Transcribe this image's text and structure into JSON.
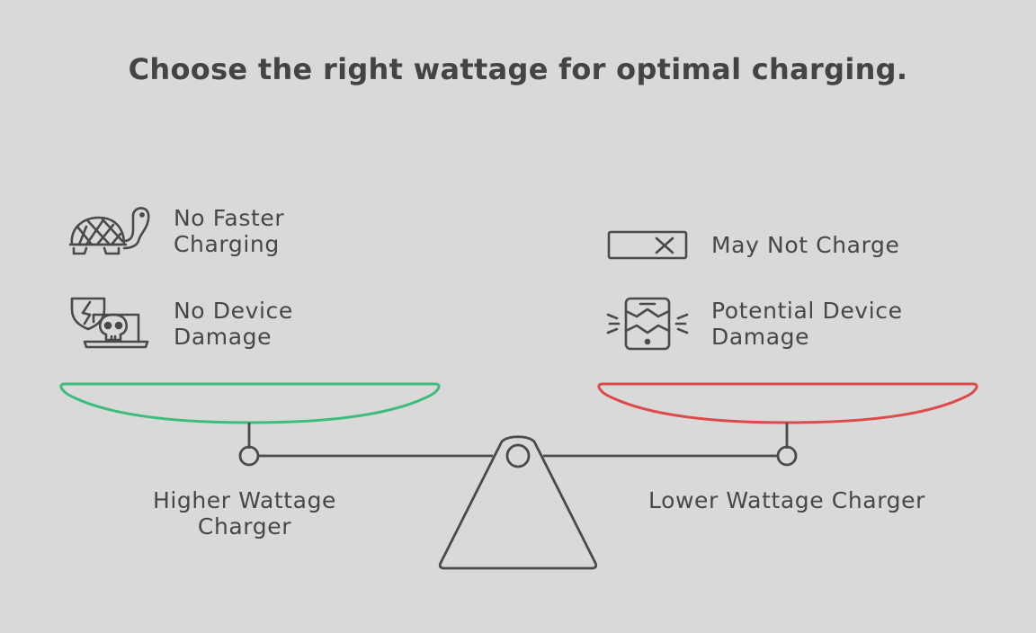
{
  "title": "Choose the right wattage for optimal charging.",
  "colors": {
    "background": "#d9d9d9",
    "text": "#474747",
    "line": "#4a4a4a",
    "left_pan": "#3dbd7d",
    "right_pan": "#dd4a4a"
  },
  "left": {
    "label_lines": [
      "Higher Wattage",
      "Charger"
    ],
    "items": [
      {
        "icon": "turtle-icon",
        "lines": [
          "No Faster",
          "Charging"
        ]
      },
      {
        "icon": "laptop-damage-icon",
        "lines": [
          "No Device",
          "Damage"
        ]
      }
    ]
  },
  "right": {
    "label_lines": [
      "Lower Wattage Charger"
    ],
    "items": [
      {
        "icon": "battery-x-icon",
        "lines": [
          "May Not Charge"
        ]
      },
      {
        "icon": "broken-phone-icon",
        "lines": [
          "Potential Device",
          "Damage"
        ]
      }
    ]
  }
}
